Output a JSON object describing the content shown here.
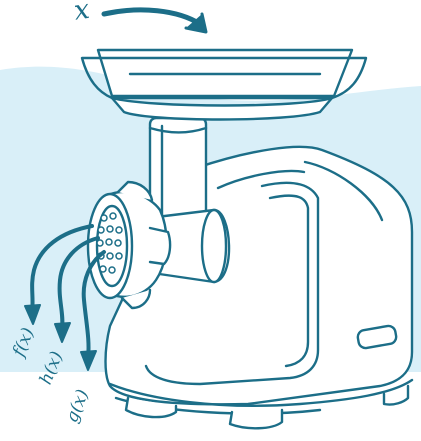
{
  "diagram": {
    "input_label": "x",
    "output_labels": {
      "f": "f(x)",
      "h": "h(x)",
      "g": "g(x)"
    }
  },
  "colors": {
    "ink": "#1c6e88",
    "backdrop": "#d9eff8",
    "body_fill": "#ffffff"
  },
  "icon": "meat-grinder-icon"
}
